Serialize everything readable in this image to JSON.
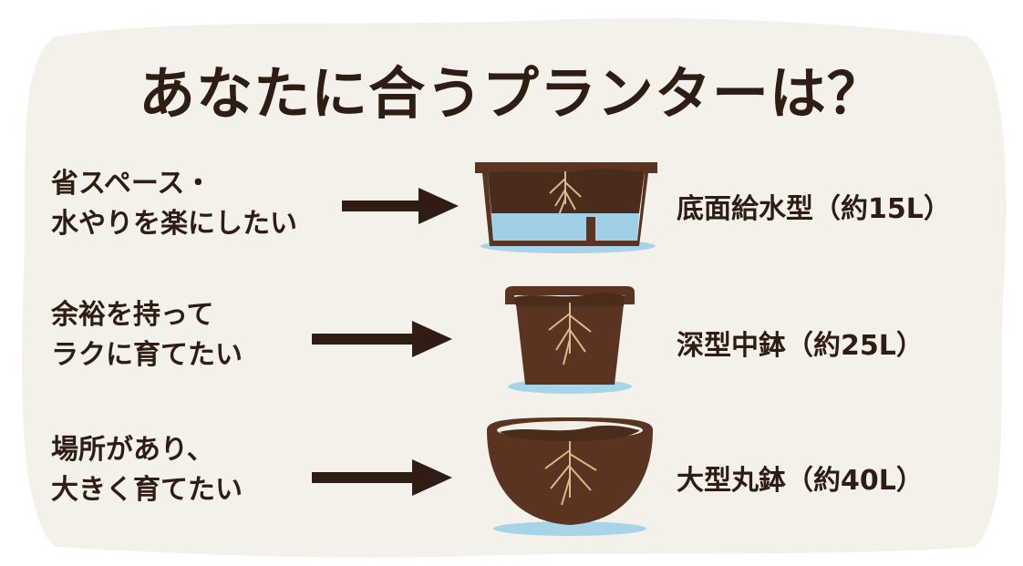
{
  "title": "あなたに合うプランターは？",
  "rows": [
    {
      "line1": "省スペース・",
      "line2": "水やりを楽にしたい",
      "planter": "底面給水型（約15L）",
      "icon": "self-watering-planter-icon"
    },
    {
      "line1": "余裕を持って",
      "line2": "ラクに育てたい",
      "planter": "深型中鉢（約25L）",
      "icon": "deep-medium-pot-icon"
    },
    {
      "line1": "場所があり、",
      "line2": "大きく育てたい",
      "planter": "大型丸鉢（約40L）",
      "icon": "large-round-pot-icon"
    }
  ],
  "colors": {
    "background": "#f3f1ea",
    "text": "#2f1c12",
    "pot": "#5b3321",
    "soil": "#4a2c1c",
    "water": "#a8d4ea"
  }
}
